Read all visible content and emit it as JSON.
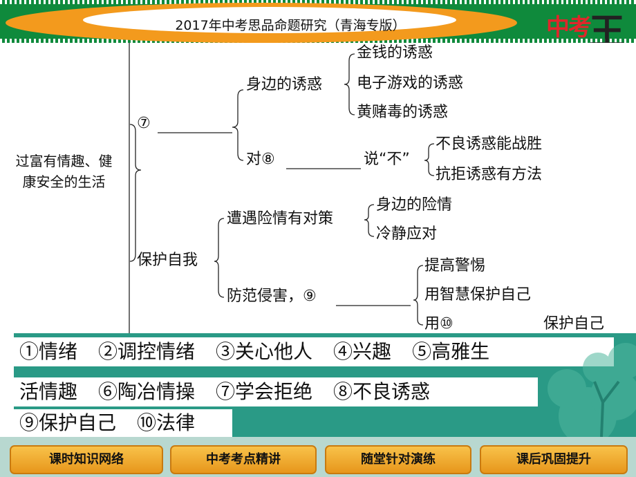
{
  "header": {
    "title": "2017年中考思品命题研究（青海专版）",
    "logo_text": "中考",
    "logo_char": "王"
  },
  "mindmap": {
    "root": "过富有情趣、健康安全的生活",
    "branch1": {
      "label": "⑦",
      "sub1": {
        "label": "身边的诱惑",
        "items": [
          "金钱的诱惑",
          "电子游戏的诱惑",
          "黄赌毒的诱惑"
        ]
      },
      "sub2": {
        "label_prefix": "对⑧",
        "label_suffix": "说“不”",
        "items": [
          "不良诱惑能战胜",
          "抗拒诱惑有方法"
        ]
      }
    },
    "branch2": {
      "label": "保护自我",
      "sub1": {
        "label": "遭遇险情有对策",
        "items": [
          "身边的险情",
          "冷静应对"
        ]
      },
      "sub2": {
        "label": "防范侵害，⑨",
        "items": [
          "提高警惕",
          "用智慧保护自己"
        ],
        "last_prefix": "用⑩",
        "last_suffix": "保护自己"
      }
    }
  },
  "answers": {
    "row1": [
      "①情绪",
      "②调控情绪",
      "③关心他人",
      "④兴趣",
      "⑤高雅生"
    ],
    "row2": [
      "活情趣",
      "⑥陶冶情操",
      "⑦学会拒绝",
      "⑧不良诱惑"
    ],
    "row3": [
      "⑨保护自己",
      "⑩法律"
    ]
  },
  "nav": [
    "课时知识网络",
    "中考考点精讲",
    "随堂针对演练",
    "课后巩固提升"
  ],
  "colors": {
    "header_green": "#0f8a3c",
    "pill_orange": "#f39a1d",
    "panel_teal": "#2a9a86",
    "nav_gold": "#f0ad35",
    "logo_red": "#e0262b"
  }
}
